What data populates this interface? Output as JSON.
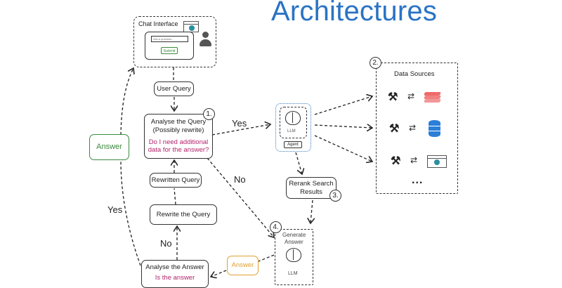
{
  "title": "Architectures",
  "colors": {
    "title": "#2a73c4",
    "pink": "#b4246e",
    "green": "#3b8a3e",
    "orange": "#e0a030",
    "blue_dotted": "#3b7fc4",
    "red_stack": "#ee6b6b",
    "db_blue": "#2b7fd8"
  },
  "chat_interface": {
    "label": "Chat Interface",
    "input_placeholder": "Ask a question...",
    "submit_label": "Submit"
  },
  "user_query": "User Query",
  "analyse_query": {
    "step": "1.",
    "line1": "Analyse the Query",
    "line2": "(Possibly rewrite)",
    "question1": "Do I need additional",
    "question2": "data for the answer?"
  },
  "yes_label_1": "Yes",
  "no_label_1": "No",
  "llm_agent": {
    "llm_label": "LLM",
    "agent_label": "Agent"
  },
  "data_sources": {
    "step": "2.",
    "title": "Data Sources",
    "ellipsis": "..."
  },
  "rerank": {
    "step": "3.",
    "line1": "Rerank Search",
    "line2": "Results"
  },
  "generate": {
    "step": "4.",
    "line1": "Generate",
    "line2": "Answer",
    "llm_label": "LLM"
  },
  "answer_orange": "Answer",
  "answer_green": "Answer",
  "rewritten_query": "Rewritten Query",
  "rewrite_query": "Rewrite the Query",
  "no_label_2": "No",
  "yes_label_2": "Yes",
  "analyse_answer": {
    "line1": "Analyse the Answer",
    "question": "Is the answer"
  }
}
